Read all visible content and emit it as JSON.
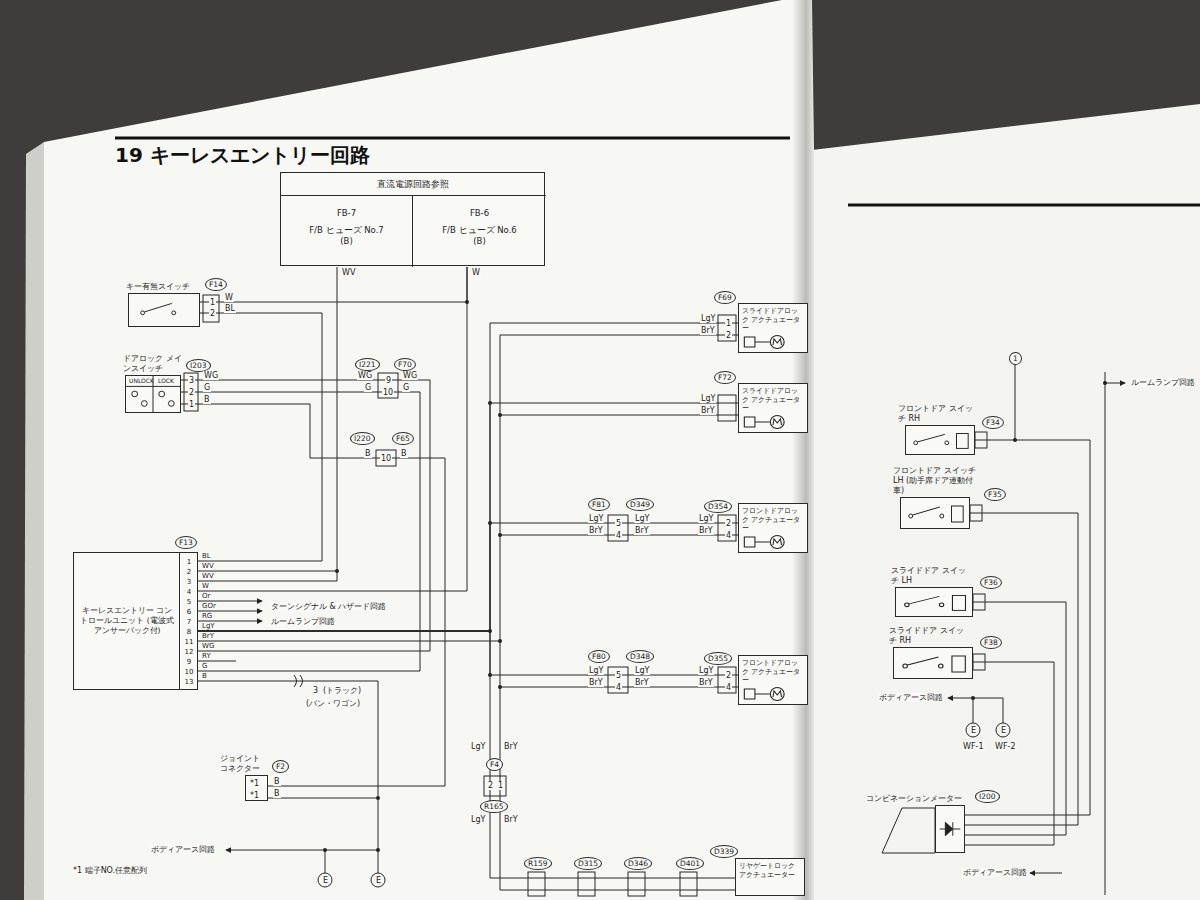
{
  "diagram": {
    "title": "19 キーレスエントリー回路",
    "nodes": [
      {
        "text": [
          "直流電源回路参照"
        ]
      },
      {
        "text": [
          "FB-7",
          "F/B ヒューズ No.7 (B)"
        ],
        "in": 0
      },
      {
        "text": [
          "FB-6",
          "F/B ヒューズ No.6 (B)"
        ],
        "in": 0
      },
      {
        "text": [
          "キー有無スイッチ"
        ]
      },
      {
        "text": [
          "ドアロック メインスイッチ",
          "UNLOCK",
          "LOCK"
        ]
      },
      {
        "text": [
          "キーレスエントリー コントロールユニット (電波式アンサーバック付)",
          "1",
          "2",
          "3",
          "4",
          "5",
          "6",
          "7",
          "8",
          "11",
          "12",
          "9",
          "10",
          "13"
        ]
      },
      {
        "text": [
          "ジョイント コネクター"
        ]
      },
      {
        "text": [
          "スライドドアロック アクチュエーター"
        ]
      },
      {
        "text": [
          "スライドドアロック アクチュエーター"
        ]
      },
      {
        "text": [
          "フロントドアロック アクチュエーター"
        ]
      },
      {
        "text": [
          "フロントドアロック アクチュエーター"
        ]
      },
      {
        "text": [
          "リヤゲートロック アクチュエーター"
        ]
      },
      {
        "text": [
          "フロントドア スイッチ RH"
        ]
      },
      {
        "text": [
          "フロントドア スイッチ LH (助手席ドア連動付車)"
        ]
      },
      {
        "text": [
          "スライドドア スイッチ LH"
        ]
      },
      {
        "text": [
          "スライドドア スイッチ RH"
        ]
      },
      {
        "text": [
          "コンビネーションメーター"
        ]
      }
    ],
    "edges": [
      {
        "from": 1,
        "to": 5,
        "arrow": "none"
      },
      {
        "from": 2,
        "to": 5,
        "arrow": "none"
      },
      {
        "from": 3,
        "to": 5,
        "arrow": "none"
      },
      {
        "from": 3,
        "to": 2,
        "arrow": "none"
      },
      {
        "from": 4,
        "to": 5,
        "arrow": "none"
      },
      {
        "from": 4,
        "to": 5,
        "arrow": "none"
      },
      {
        "from": 4,
        "to": 6,
        "arrow": "none"
      },
      {
        "from": 5,
        "to": 6,
        "arrow": "none"
      },
      {
        "from": 5,
        "to": 7,
        "arrow": "none"
      },
      {
        "from": 5,
        "to": 8,
        "arrow": "none"
      },
      {
        "from": 5,
        "to": 9,
        "arrow": "none"
      },
      {
        "from": 5,
        "to": 10,
        "arrow": "none"
      },
      {
        "from": 5,
        "to": 11,
        "arrow": "none"
      },
      {
        "from": 12,
        "to": 16,
        "arrow": "none"
      },
      {
        "from": 13,
        "to": 16,
        "arrow": "none"
      },
      {
        "from": 14,
        "to": 16,
        "arrow": "none"
      },
      {
        "from": 15,
        "to": 16,
        "arrow": "none"
      }
    ],
    "labels": [
      "WV",
      "W",
      "F14",
      "1",
      "2",
      "W",
      "BL",
      "I203",
      "3",
      "2",
      "1",
      "WG",
      "G",
      "B",
      "I221",
      "F70",
      "9",
      "10",
      "WG",
      "G",
      "WG",
      "G",
      "I220",
      "F65",
      "10",
      "B",
      "B",
      "F13",
      "BL",
      "WV",
      "WV",
      "W",
      "Or",
      "GOr",
      "RG",
      "LgY",
      "BrY",
      "WG",
      "RY",
      "G",
      "B",
      "ターンシグナル & ハザード回路",
      "ルームランプ回路",
      "3",
      "(トラック)",
      "(バン・ワゴン)",
      "F2",
      "*1",
      "*1",
      "B",
      "B",
      "ボディアース回路",
      "E",
      "E",
      "*1 端子NO.任意配列",
      "F4",
      "2",
      "1",
      "R165",
      "LgY",
      "BrY",
      "LgY",
      "BrY",
      "R159",
      "D315",
      "D346",
      "D401",
      "D339",
      "F69",
      "LgY",
      "BrY",
      "1",
      "2",
      "F72",
      "LgY",
      "BrY",
      "F81",
      "D349",
      "LgY",
      "BrY",
      "5",
      "4",
      "LgY",
      "BrY",
      "D354",
      "LgY",
      "BrY",
      "2",
      "4",
      "F80",
      "D348",
      "LgY",
      "BrY",
      "5",
      "4",
      "LgY",
      "BrY",
      "D355",
      "LgY",
      "BrY",
      "2",
      "4",
      "1",
      "ルームランプ回路",
      "F34",
      "F35",
      "F36",
      "F38",
      "ボディアース回路",
      "E",
      "E",
      "WF-1",
      "WF-2",
      "I200",
      "ボディアース回路"
    ]
  }
}
